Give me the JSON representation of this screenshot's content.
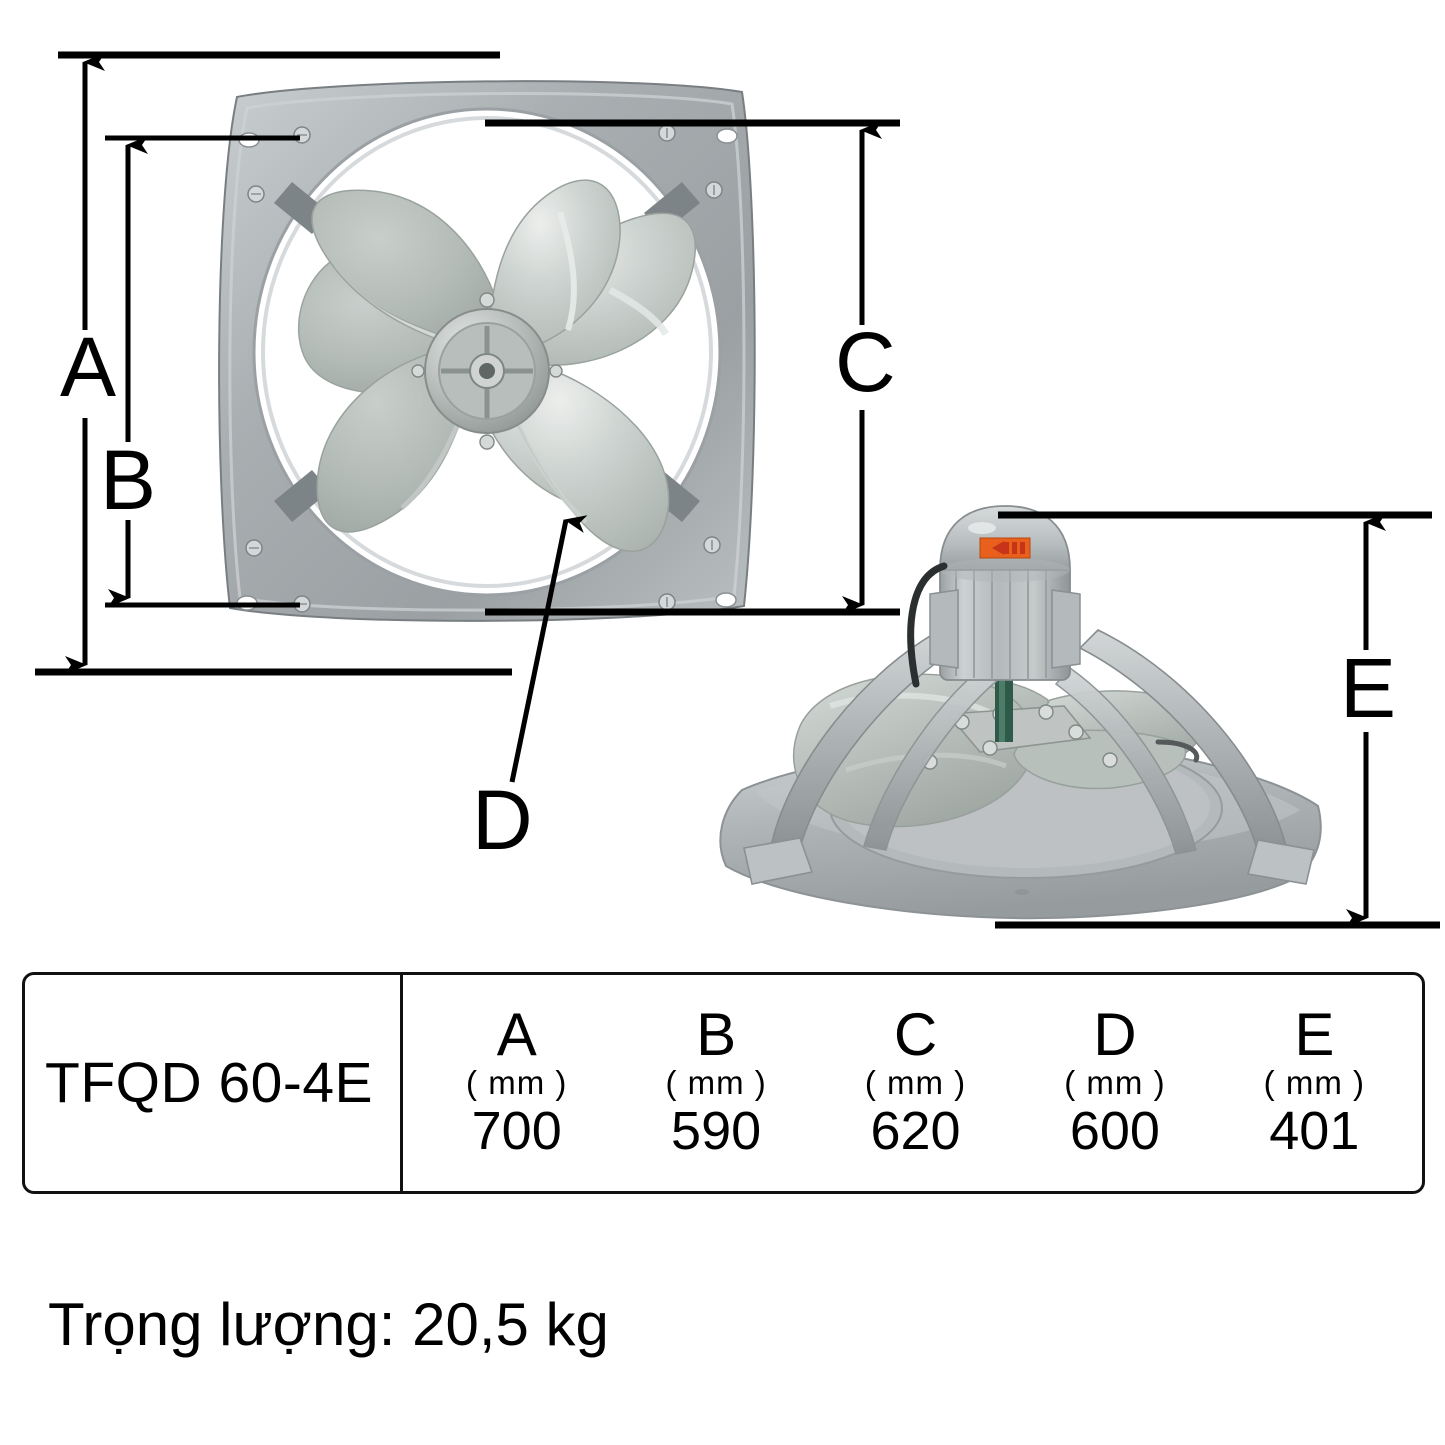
{
  "product": {
    "model": "TFQD 60-4E",
    "weight_text": "Trọng lượng: 20,5 kg"
  },
  "dimension_callouts": {
    "a": "A",
    "b": "B",
    "c": "C",
    "d": "D",
    "e": "E"
  },
  "spec_table": {
    "model_label": "TFQD 60-4E",
    "columns": [
      {
        "letter": "A",
        "unit": "( mm )",
        "value": "700"
      },
      {
        "letter": "B",
        "unit": "( mm )",
        "value": "590"
      },
      {
        "letter": "C",
        "unit": "( mm )",
        "value": "620"
      },
      {
        "letter": "D",
        "unit": "( mm )",
        "value": "600"
      },
      {
        "letter": "E",
        "unit": "( mm )",
        "value": "401"
      }
    ]
  },
  "colors": {
    "frame_gray": "#a8adb0",
    "frame_gray_dark": "#8b9194",
    "frame_gray_light": "#c7ccce",
    "blade_gray": "#b2bab6",
    "blade_gray_dark": "#97a09c",
    "blade_highlight": "#dfe4e1",
    "motor_gray": "#b9bec0",
    "motor_gray_dark": "#8f9597",
    "label_orange": "#e8601c",
    "label_red": "#c8341a",
    "shaft_green": "#2f5a4a",
    "line_black": "#000000"
  },
  "views": {
    "front": "front-view-exhaust-fan",
    "side": "angled-view-exhaust-fan"
  }
}
